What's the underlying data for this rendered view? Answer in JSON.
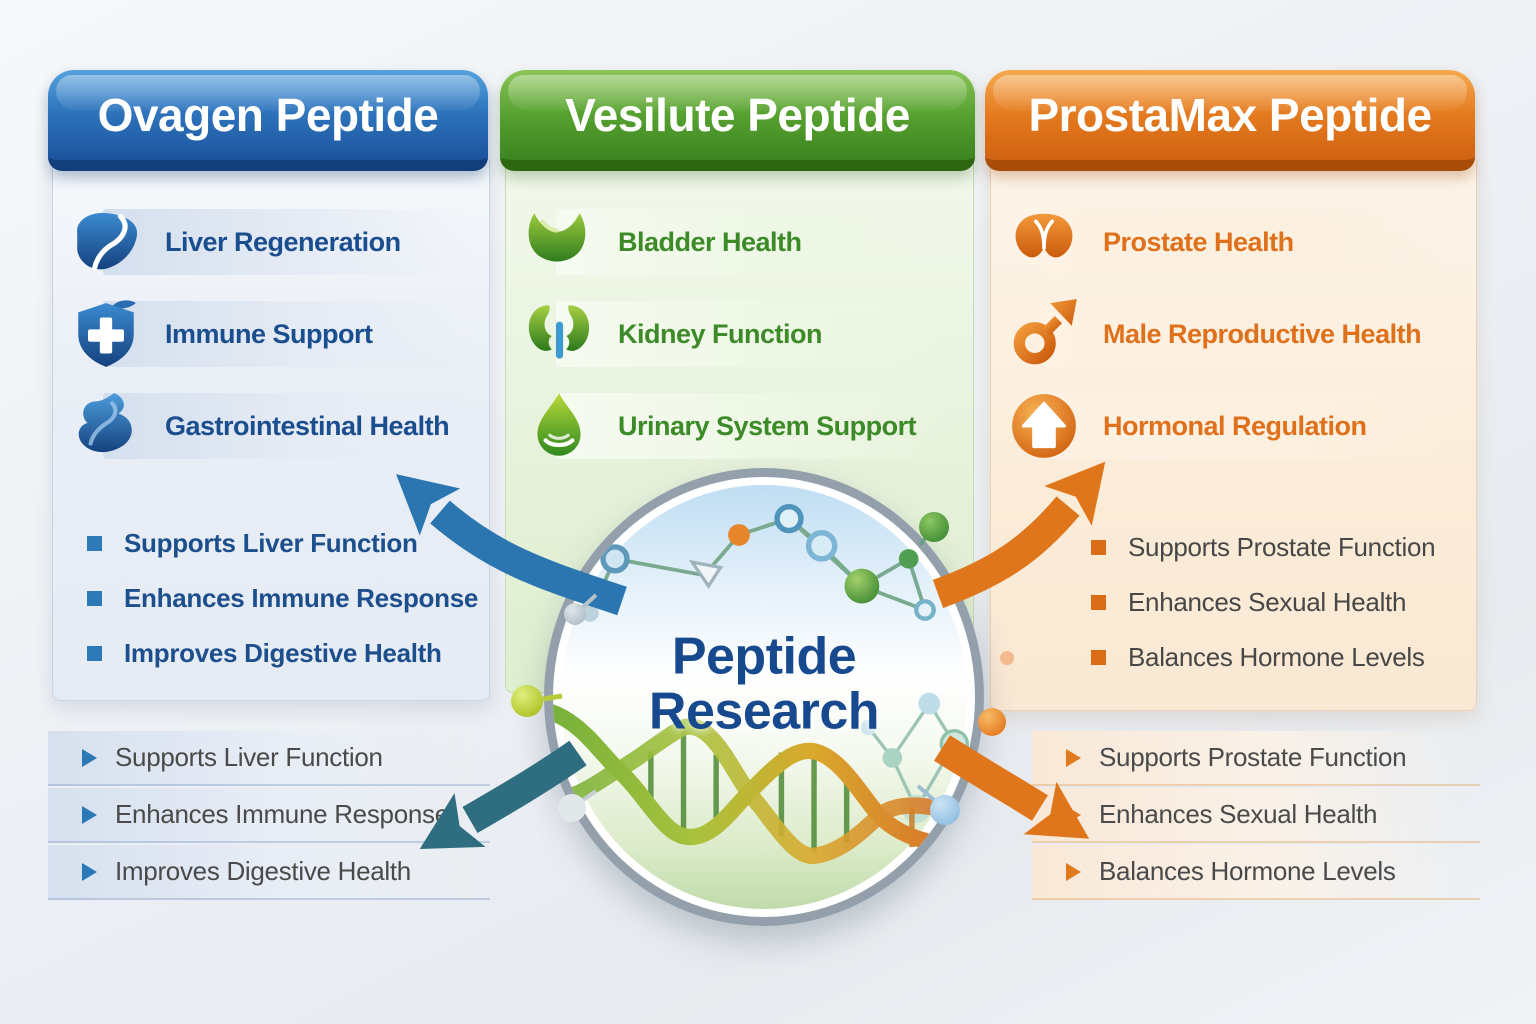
{
  "columns": {
    "ovagen": {
      "title": "Ovagen Peptide",
      "accent": "#1d5ca6",
      "features": [
        {
          "icon": "liver-icon",
          "label": "Liver Regeneration"
        },
        {
          "icon": "shield-cross-icon",
          "label": "Immune Support"
        },
        {
          "icon": "stomach-icon",
          "label": "Gastrointestinal Health"
        }
      ],
      "benefits": [
        "Supports Liver Function",
        "Enhances Immune Response",
        "Improves Digestive Health"
      ],
      "footer_benefits": [
        "Supports Liver Function",
        "Enhances Immune Response",
        "Improves Digestive Health"
      ]
    },
    "vesilute": {
      "title": "Vesilute Peptide",
      "accent": "#4a9427",
      "features": [
        {
          "icon": "bladder-icon",
          "label": "Bladder Health"
        },
        {
          "icon": "kidneys-icon",
          "label": "Kidney Function"
        },
        {
          "icon": "water-drop-icon",
          "label": "Urinary System Support"
        }
      ]
    },
    "prostamax": {
      "title": "ProstaMax Peptide",
      "accent": "#e0731c",
      "features": [
        {
          "icon": "prostate-icon",
          "label": "Prostate Health"
        },
        {
          "icon": "male-symbol-icon",
          "label": "Male Reproductive Health"
        },
        {
          "icon": "up-arrow-circle-icon",
          "label": "Hormonal Regulation"
        }
      ],
      "benefits": [
        "Supports Prostate Function",
        "Enhances Sexual Health",
        "Balances Hormone Levels"
      ],
      "footer_benefits": [
        "Supports Prostate Function",
        "Enhances Sexual Health",
        "Balances Hormone Levels"
      ]
    }
  },
  "center": {
    "line1": "Peptide",
    "line2": "Research"
  }
}
